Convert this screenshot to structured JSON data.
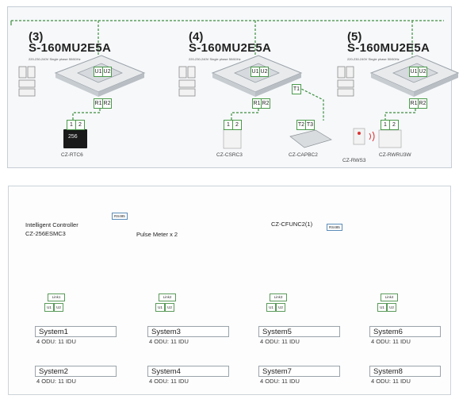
{
  "top_panel": {
    "units": [
      {
        "number": "(3)",
        "model": "S-160MU2E5A",
        "controller": "CZ-RTC6",
        "spec": "220-230-240V Single phase 50/60Hz"
      },
      {
        "number": "(4)",
        "model": "S-160MU2E5A",
        "controller": "CZ-CSRC3",
        "controller2": "CZ-CAPBC2",
        "spec": "220-230-240V Single phase 50/60Hz"
      },
      {
        "number": "(5)",
        "model": "S-160MU2E5A",
        "controller": "CZ-RWRU3W",
        "controller2": "CZ-RWS3",
        "spec": "220-230-240V Single phase 50/60Hz"
      }
    ],
    "terminals": {
      "u1": "U1",
      "u2": "U2",
      "r1": "R1",
      "r2": "R2",
      "t1": "1",
      "t2": "2",
      "t3": "T1",
      "t4": "T2",
      "t5": "T3"
    },
    "display_value": "256"
  },
  "bottom_panel": {
    "controller_title": "Intelligent Controller",
    "controller_model": "CZ-256ESMC3",
    "pulse_meter": "Pulse Meter x 2",
    "rs485_a": "RS485",
    "rs485_b": "RS485",
    "interface_model": "CZ-CFUNC2(1)",
    "links": [
      "Link1",
      "Link2",
      "Link3",
      "Link4"
    ],
    "link_terms": {
      "u1": "U1",
      "u2": "U2"
    },
    "systems": [
      {
        "name": "System1",
        "detail": "4 ODU: 11 IDU"
      },
      {
        "name": "System3",
        "detail": "4 ODU: 11 IDU"
      },
      {
        "name": "System5",
        "detail": "4 ODU: 11 IDU"
      },
      {
        "name": "System6",
        "detail": "4 ODU: 11 IDU"
      },
      {
        "name": "System2",
        "detail": "4 ODU: 11 IDU"
      },
      {
        "name": "System4",
        "detail": "4 ODU: 11 IDU"
      },
      {
        "name": "System7",
        "detail": "4 ODU: 11 IDU"
      },
      {
        "name": "System8",
        "detail": "4 ODU: 11 IDU"
      }
    ]
  },
  "colors": {
    "wire": "#3e8f3e",
    "panel_border": "#c5cdd5",
    "cassette": "#e8eaec"
  }
}
